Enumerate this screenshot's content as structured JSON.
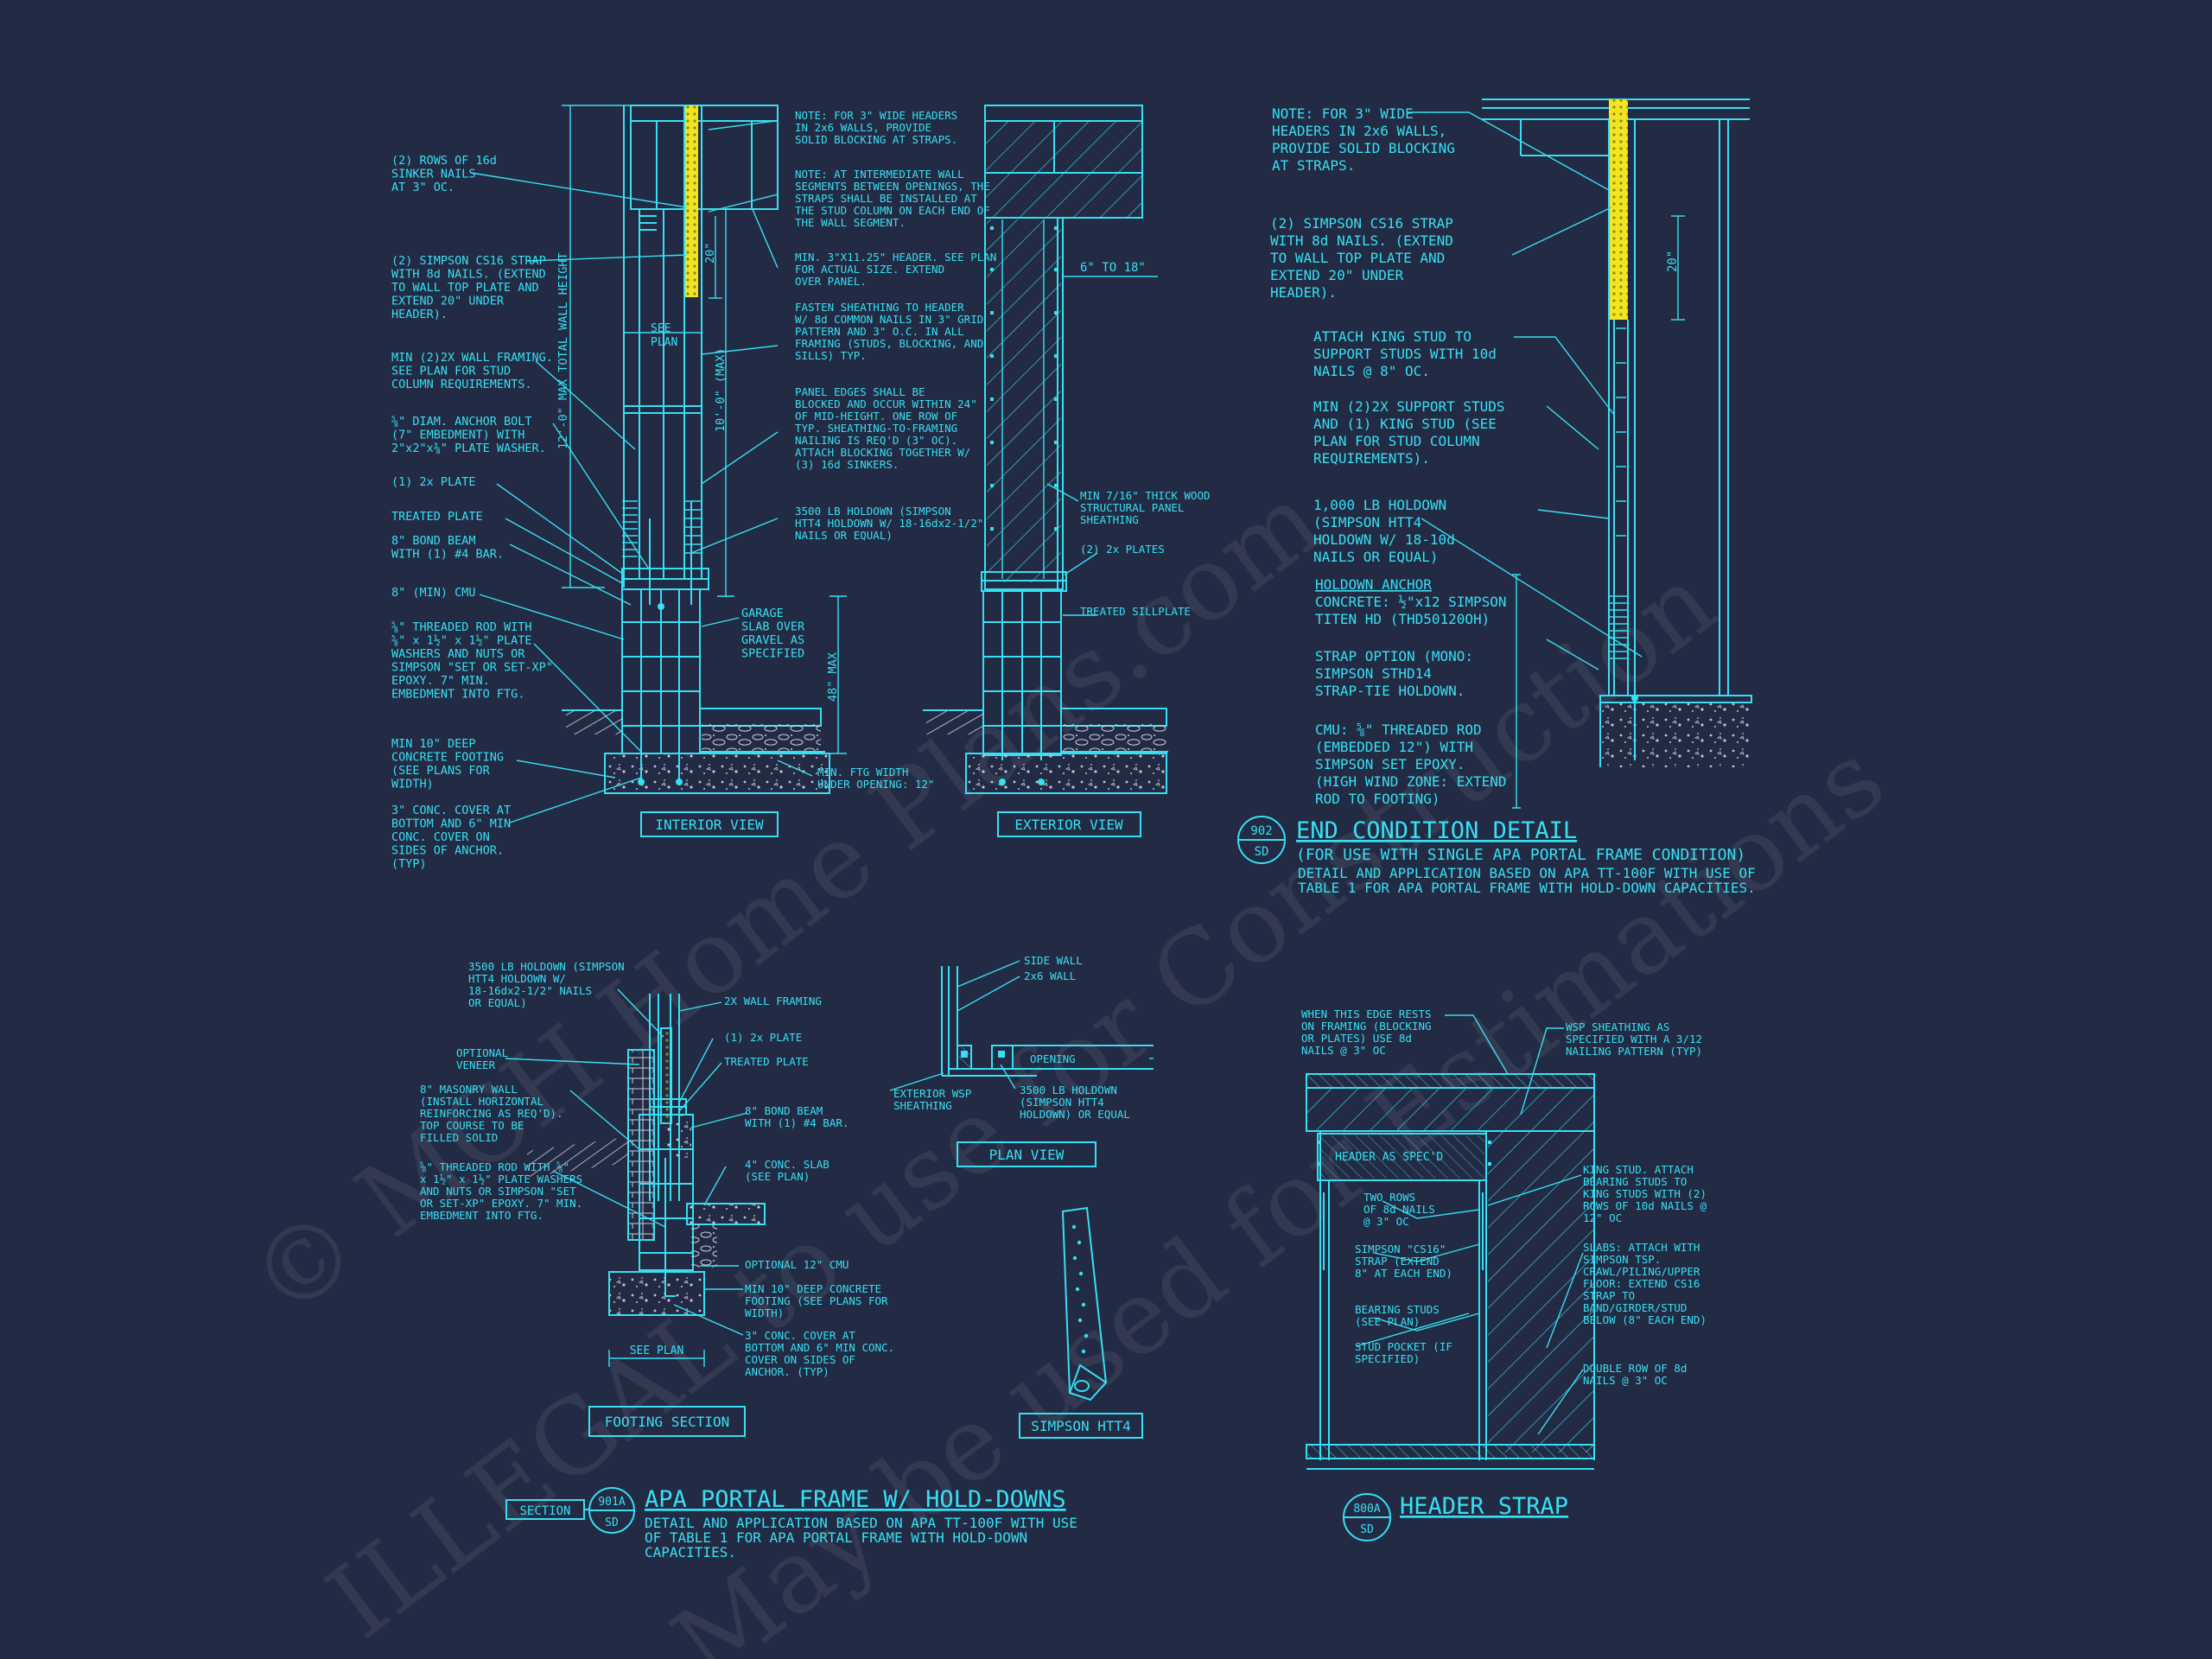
{
  "colors": {
    "background": "#232a44",
    "line": "#36e0f2",
    "strap": "#f2e51f",
    "strap_dots": "#8a8a20",
    "hatch": "#3fd3e6"
  },
  "watermark": {
    "line1": "© MCH Home Plans.com",
    "line2": "ILLEGAL to use for Construction",
    "line3": "May be used for Estimations"
  },
  "interior": {
    "view_label": "INTERIOR VIEW",
    "left_notes": [
      [
        "(2) ROWS OF 16d",
        "SINKER NAILS",
        "AT 3\" OC."
      ],
      [
        "(2) SIMPSON CS16 STRAP",
        "WITH 8d NAILS. (EXTEND",
        "TO WALL TOP PLATE AND",
        "EXTEND 20\" UNDER",
        "HEADER)."
      ],
      [
        "MIN (2)2X WALL FRAMING.",
        "SEE PLAN FOR STUD",
        "COLUMN REQUIREMENTS."
      ],
      [
        "⅝\" DIAM. ANCHOR BOLT",
        "(7\" EMBEDMENT) WITH",
        "2\"x2\"x⅜\" PLATE WASHER."
      ],
      [
        "(1) 2x PLATE"
      ],
      [
        "TREATED PLATE"
      ],
      [
        "8\" BOND BEAM",
        "WITH (1) #4 BAR."
      ],
      [
        "8\" (MIN) CMU"
      ],
      [
        "⅝\" THREADED ROD WITH",
        "⅝\" x 1½\" x 1½\" PLATE",
        "WASHERS AND NUTS OR",
        "SIMPSON \"SET OR SET-XP\"",
        "EPOXY.  7\" MIN.",
        "EMBEDMENT INTO FTG."
      ],
      [
        "MIN 10\" DEEP",
        "CONCRETE FOOTING",
        "(SEE PLANS FOR",
        "WIDTH)"
      ],
      [
        "3\" CONC. COVER AT",
        "BOTTOM AND 6\" MIN",
        "CONC. COVER ON",
        "SIDES OF ANCHOR.",
        "(TYP)"
      ]
    ],
    "right_notes": [
      [
        "NOTE: FOR 3\" WIDE HEADERS",
        "IN 2x6 WALLS, PROVIDE",
        "SOLID BLOCKING AT STRAPS."
      ],
      [
        "NOTE: AT INTERMEDIATE WALL",
        "SEGMENTS BETWEEN OPENINGS, THE",
        "STRAPS SHALL BE INSTALLED AT",
        "THE STUD COLUMN ON EACH END OF",
        "THE WALL SEGMENT."
      ],
      [
        "MIN. 3\"X11.25\" HEADER. SEE PLAN",
        "FOR ACTUAL SIZE. EXTEND",
        "OVER PANEL."
      ],
      [
        "FASTEN SHEATHING TO HEADER",
        "W/ 8d COMMON NAILS IN 3\" GRID",
        "PATTERN AND 3\" O.C. IN ALL",
        "FRAMING (STUDS, BLOCKING, AND",
        "SILLS) TYP."
      ],
      [
        "PANEL EDGES SHALL BE",
        "BLOCKED AND OCCUR WITHIN 24\"",
        "OF MID-HEIGHT.  ONE ROW OF",
        "TYP. SHEATHING-TO-FRAMING",
        "NAILING IS REQ'D (3\" OC).",
        "ATTACH BLOCKING TOGETHER W/",
        "(3) 16d SINKERS."
      ],
      [
        "3500 LB HOLDOWN (SIMPSON",
        "HTT4 HOLDOWN W/ 18-16dx2-1/2\"",
        "NAILS OR EQUAL)"
      ]
    ],
    "garage_note": [
      "GARAGE",
      "SLAB OVER",
      "GRAVEL AS",
      "SPECIFIED"
    ],
    "ftg_note": [
      "MIN. FTG WIDTH",
      "UNDER OPENING: 12\""
    ],
    "dim_total": "12'-0\" MAX TOTAL WALL HEIGHT",
    "dim_wall": "10'-0\" (MAX)",
    "dim_20": "20\"",
    "dim_48": "48\" MAX",
    "see_plan": [
      "SEE",
      "PLAN"
    ]
  },
  "exterior": {
    "view_label": "EXTERIOR VIEW",
    "dim": "6\" TO 18\"",
    "notes": [
      [
        "MIN 7/16\" THICK WOOD",
        "STRUCTURAL PANEL",
        "SHEATHING"
      ],
      [
        "(2) 2x PLATES"
      ],
      [
        "TREATED SILLPLATE"
      ]
    ]
  },
  "end_condition": {
    "notes_left": [
      [
        "NOTE: FOR 3\" WIDE",
        "HEADERS IN 2x6 WALLS,",
        "PROVIDE SOLID BLOCKING",
        "AT STRAPS."
      ],
      [
        "(2) SIMPSON CS16 STRAP",
        "WITH 8d NAILS. (EXTEND",
        "TO WALL TOP PLATE AND",
        "EXTEND 20\" UNDER",
        "HEADER)."
      ],
      [
        "ATTACH KING STUD TO",
        "SUPPORT STUDS WITH 10d",
        "NAILS @ 8\" OC."
      ],
      [
        "MIN (2)2X SUPPORT STUDS",
        "AND (1) KING STUD (SEE",
        "PLAN FOR STUD COLUMN",
        "REQUIREMENTS)."
      ],
      [
        "1,000 LB HOLDOWN",
        "(SIMPSON HTT4",
        "HOLDOWN W/ 18-10d",
        "NAILS OR EQUAL)"
      ]
    ],
    "holdown_anchor_title": "HOLDOWN ANCHOR",
    "holdown_anchor_lines": [
      "CONCRETE: ½\"x12 SIMPSON",
      "TITEN HD (THD50120OH)"
    ],
    "strap_option": [
      "STRAP OPTION (MONO:",
      "SIMPSON STHD14",
      "STRAP-TIE HOLDOWN."
    ],
    "cmu_option": [
      "CMU: ⅝\" THREADED ROD",
      "(EMBEDDED 12\") WITH",
      "SIMPSON SET EPOXY.",
      "(HIGH WIND ZONE: EXTEND",
      "ROD TO FOOTING)"
    ],
    "dim_20": "20\"",
    "bubble_top": "902",
    "bubble_bottom": "SD",
    "title": "END CONDITION DETAIL",
    "subtitle": "(FOR USE WITH SINGLE APA PORTAL FRAME CONDITION)",
    "desc": [
      "DETAIL AND APPLICATION BASED ON APA TT-100F WITH USE OF",
      "TABLE 1 FOR APA PORTAL FRAME WITH HOLD-DOWN CAPACITIES."
    ]
  },
  "footing": {
    "notes_left": [
      [
        "3500 LB HOLDOWN (SIMPSON",
        "HTT4 HOLDOWN W/",
        "18-16dx2-1/2\" NAILS",
        "OR EQUAL)"
      ],
      [
        "OPTIONAL",
        "VENEER"
      ],
      [
        "8\" MASONRY WALL",
        "(INSTALL HORIZONTAL",
        "REINFORCING AS REQ'D).",
        "TOP COURSE TO BE",
        "FILLED SOLID"
      ],
      [
        "⅝\" THREADED ROD WITH ⅝\"",
        "x 1½\" x 1½\" PLATE WASHERS",
        "AND NUTS OR SIMPSON \"SET",
        "OR SET-XP\" EPOXY.  7\" MIN.",
        "EMBEDMENT INTO FTG."
      ]
    ],
    "notes_right": [
      [
        "2X WALL FRAMING"
      ],
      [
        "(1) 2x PLATE"
      ],
      [
        "TREATED PLATE"
      ],
      [
        "8\" BOND BEAM",
        "WITH (1) #4 BAR."
      ],
      [
        "4\" CONC. SLAB",
        "(SEE PLAN)"
      ],
      [
        "OPTIONAL 12\" CMU"
      ],
      [
        "MIN 10\" DEEP CONCRETE",
        "FOOTING (SEE PLANS FOR",
        "WIDTH)"
      ],
      [
        "3\" CONC. COVER AT",
        "BOTTOM AND 6\" MIN CONC.",
        "COVER ON SIDES OF",
        "ANCHOR. (TYP)"
      ]
    ],
    "see_plan": "SEE PLAN",
    "label": "FOOTING SECTION"
  },
  "plan_view": {
    "notes": [
      [
        "SIDE WALL"
      ],
      [
        "2x6 WALL"
      ],
      [
        "OPENING"
      ],
      [
        "EXTERIOR WSP",
        "SHEATHING"
      ],
      [
        "3500 LB HOLDOWN",
        "(SIMPSON HTT4",
        "HOLDOWN) OR EQUAL"
      ]
    ],
    "label": "PLAN VIEW"
  },
  "htt4": {
    "label": "SIMPSON HTT4"
  },
  "section_901": {
    "tag": "SECTION",
    "bubble_top": "901A",
    "bubble_bottom": "SD",
    "title": "APA PORTAL FRAME W/ HOLD-DOWNS",
    "desc": [
      "DETAIL AND APPLICATION BASED ON APA TT-100F WITH USE",
      "OF TABLE 1 FOR APA PORTAL FRAME WITH HOLD-DOWN",
      "CAPACITIES."
    ]
  },
  "header_strap": {
    "notes_top_left": [
      "WHEN THIS EDGE RESTS",
      "ON FRAMING (BLOCKING",
      "OR PLATES) USE 8d",
      "NAILS @ 3\" OC"
    ],
    "notes_top_right": [
      "WSP SHEATHING AS",
      "SPECIFIED WITH A  3/12",
      "NAILING PATTERN (TYP)"
    ],
    "header_label": "HEADER AS SPEC'D",
    "inner_notes": [
      [
        "TWO ROWS",
        "OF 8d NAILS",
        "@ 3\" OC"
      ],
      [
        "SIMPSON \"CS16\"",
        "STRAP (EXTEND",
        "8\" AT EACH END)"
      ],
      [
        "BEARING STUDS",
        "(SEE PLAN)"
      ],
      [
        "STUD POCKET (IF",
        "SPECIFIED)"
      ]
    ],
    "right_notes": [
      [
        "KING STUD. ATTACH",
        "BEARING  STUDS TO",
        "KING STUDS WITH (2)",
        "ROWS OF 10d NAILS @",
        "12\" OC"
      ],
      [
        "SLABS: ATTACH WITH",
        "SIMPSON TSP.",
        "CRAWL/PILING/UPPER",
        "FLOOR: EXTEND CS16",
        "STRAP TO",
        "BAND/GIRDER/STUD",
        "BELOW (8\" EACH END)"
      ],
      [
        "DOUBLE ROW OF 8d",
        "NAILS @ 3\" OC"
      ]
    ],
    "bubble_top": "800A",
    "bubble_bottom": "SD",
    "title": "HEADER STRAP"
  }
}
